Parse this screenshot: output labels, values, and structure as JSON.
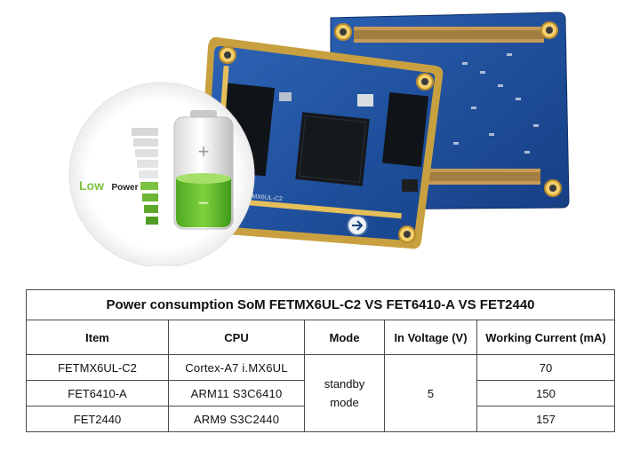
{
  "badge": {
    "low_word": "Low",
    "power_word": "Power",
    "low_color": "#7cc242",
    "plus_symbol": "+",
    "minus_symbol": "−",
    "icon": "battery-icon"
  },
  "boards": {
    "front_label": "FETMX6UL-C2",
    "board_color": "#1f4f9a",
    "gold_color": "#c8a040"
  },
  "table": {
    "title": "Power consumption SoM FETMX6UL-C2 VS FET6410-A VS FET2440",
    "headers": [
      "Item",
      "CPU",
      "Mode",
      "In Voltage (V)",
      "Working Current (mA)"
    ],
    "rows": [
      {
        "item": "FETMX6UL-C2",
        "cpu": "Cortex-A7 i.MX6UL",
        "current": "70"
      },
      {
        "item": "FET6410-A",
        "cpu": "ARM11 S3C6410",
        "current": "150"
      },
      {
        "item": "FET2440",
        "cpu": "ARM9 S3C2440",
        "current": "157"
      }
    ],
    "mode_line1": "standby",
    "mode_line2": "mode",
    "voltage": "5"
  }
}
